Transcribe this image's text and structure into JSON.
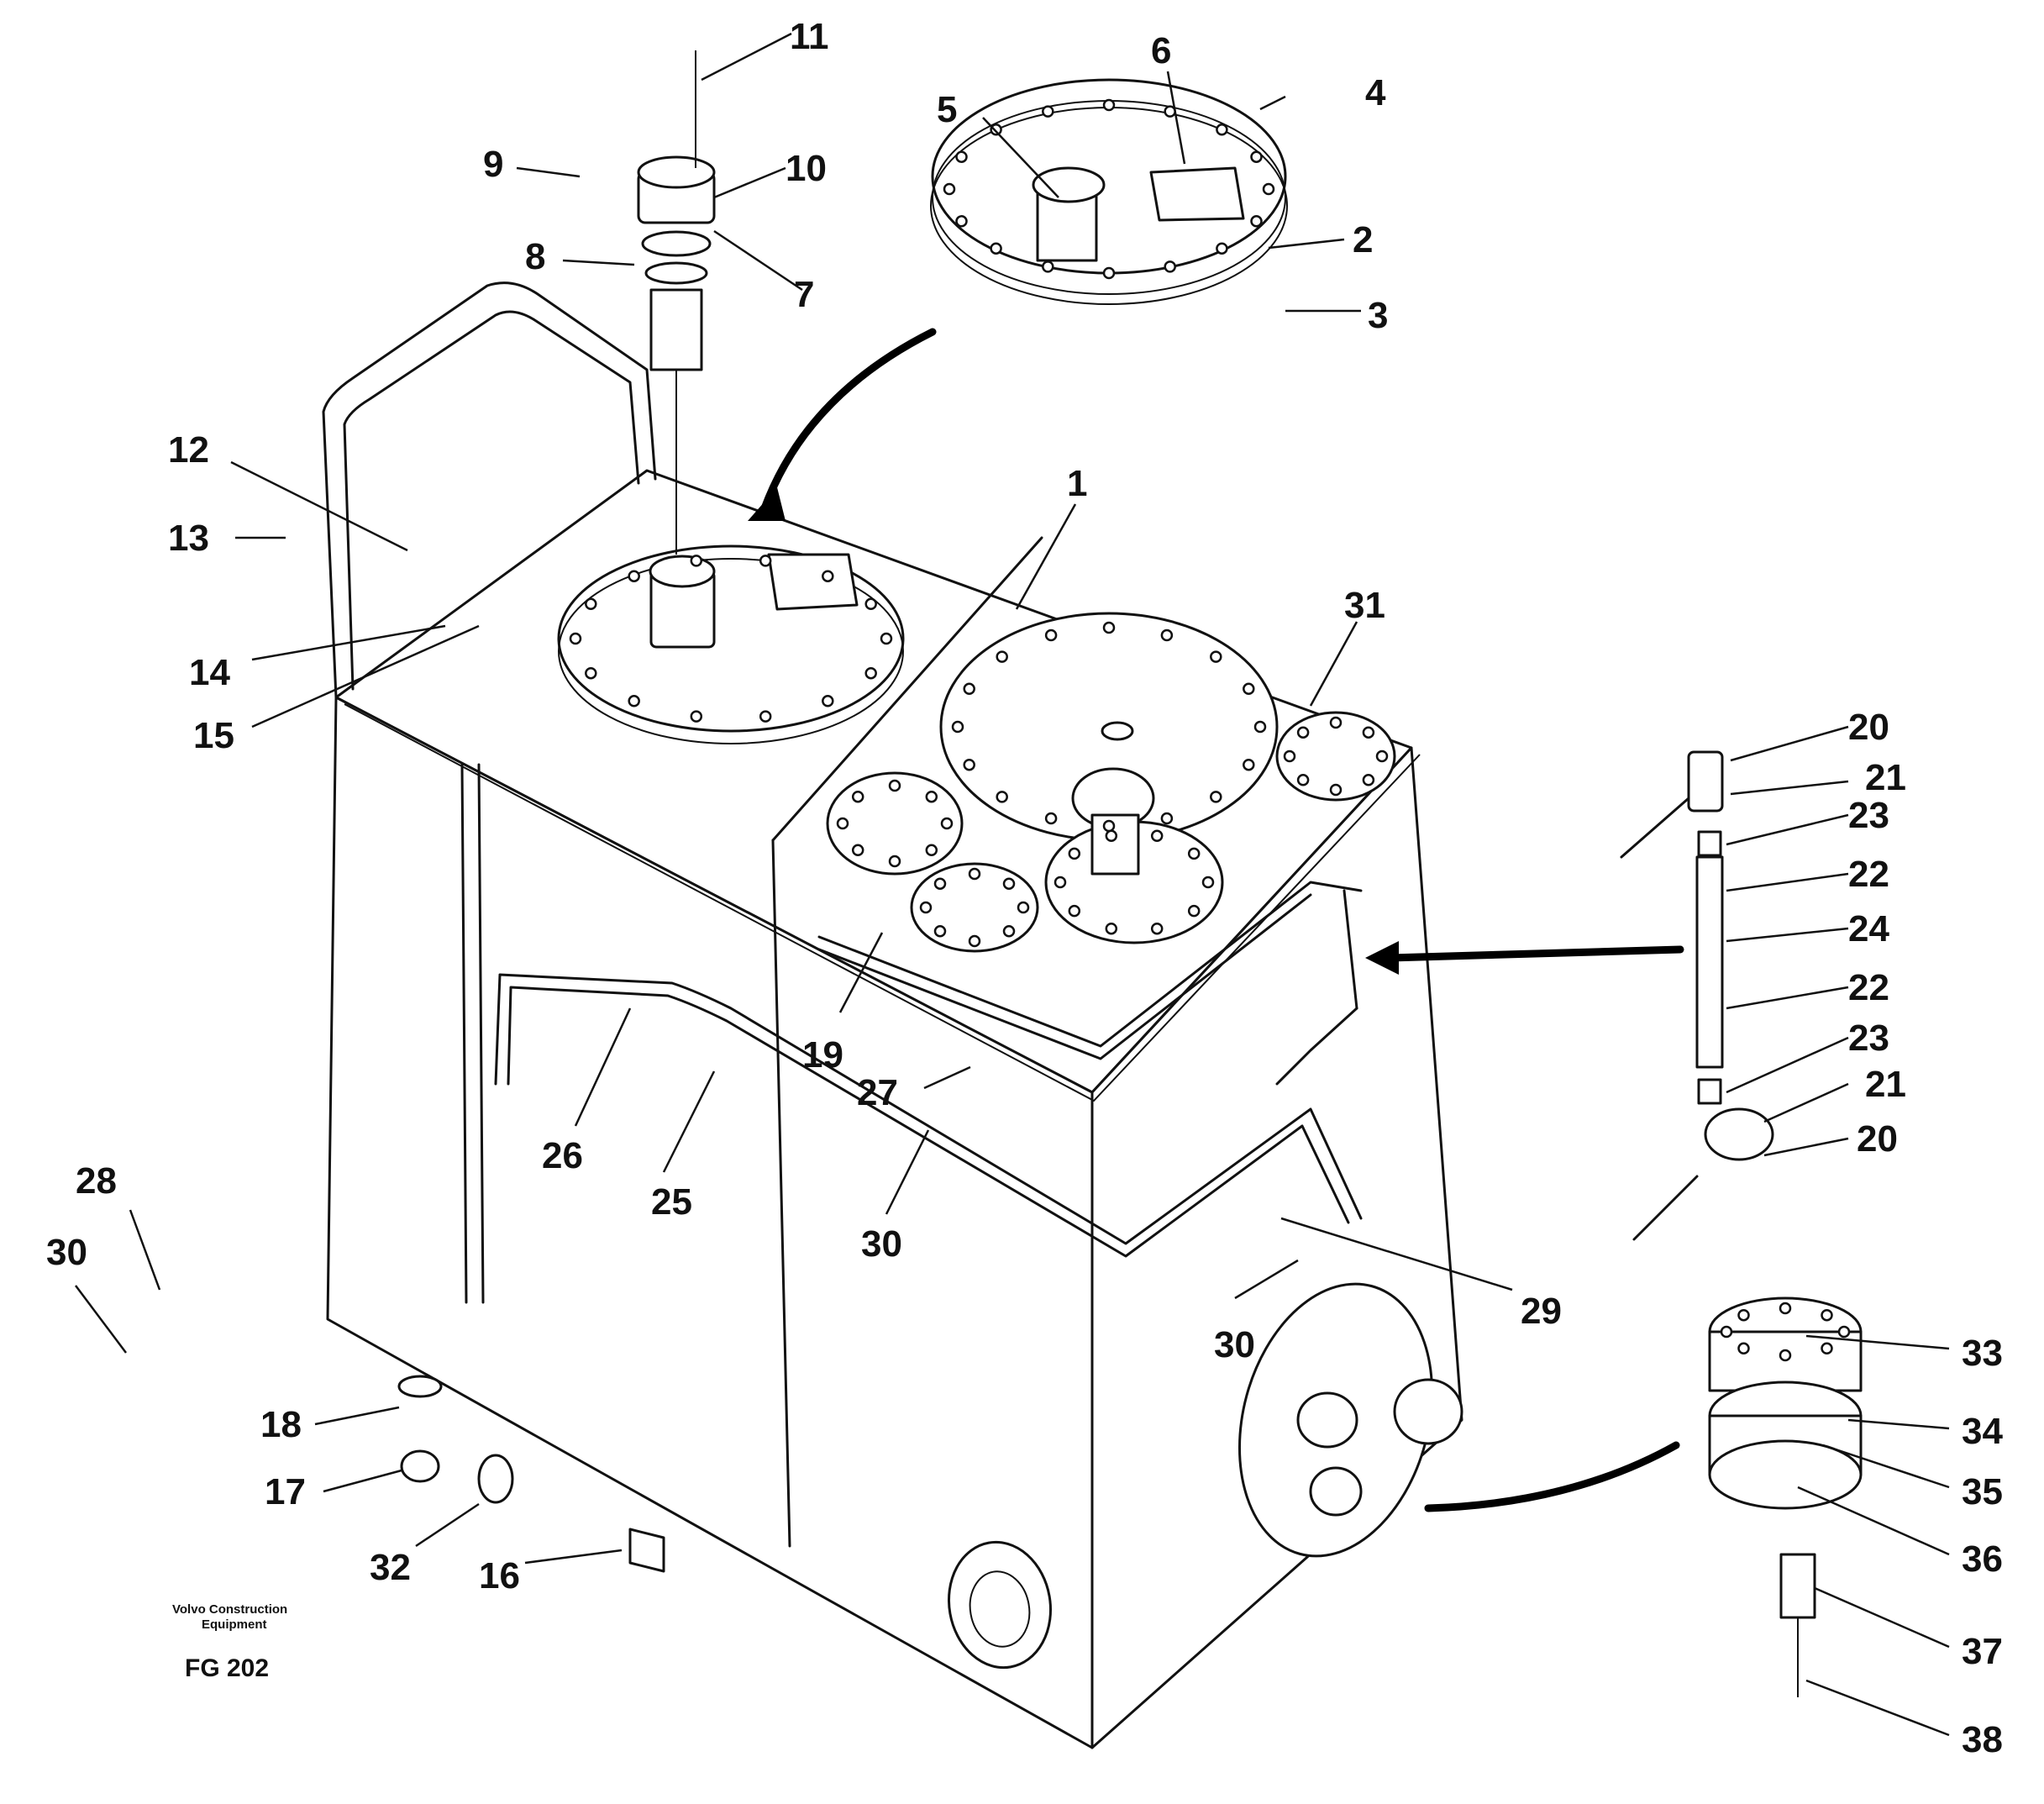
{
  "callouts": [
    {
      "label": "11"
    },
    {
      "label": "9"
    },
    {
      "label": "10"
    },
    {
      "label": "8"
    },
    {
      "label": "7"
    },
    {
      "label": "5"
    },
    {
      "label": "6"
    },
    {
      "label": "4"
    },
    {
      "label": "2"
    },
    {
      "label": "3"
    },
    {
      "label": "12"
    },
    {
      "label": "13"
    },
    {
      "label": "14"
    },
    {
      "label": "15"
    },
    {
      "label": "1"
    },
    {
      "label": "31"
    },
    {
      "label": "20"
    },
    {
      "label": "21"
    },
    {
      "label": "23"
    },
    {
      "label": "22"
    },
    {
      "label": "24"
    },
    {
      "label": "22"
    },
    {
      "label": "23"
    },
    {
      "label": "21"
    },
    {
      "label": "20"
    },
    {
      "label": "19"
    },
    {
      "label": "27"
    },
    {
      "label": "26"
    },
    {
      "label": "25"
    },
    {
      "label": "30"
    },
    {
      "label": "28"
    },
    {
      "label": "30"
    },
    {
      "label": "29"
    },
    {
      "label": "30"
    },
    {
      "label": "33"
    },
    {
      "label": "34"
    },
    {
      "label": "35"
    },
    {
      "label": "36"
    },
    {
      "label": "37"
    },
    {
      "label": "38"
    },
    {
      "label": "18"
    },
    {
      "label": "17"
    },
    {
      "label": "32"
    },
    {
      "label": "16"
    }
  ],
  "footer": {
    "brand_line1": "Volvo Construction",
    "brand_line2": "Equipment",
    "figure_code": "FG 202"
  }
}
